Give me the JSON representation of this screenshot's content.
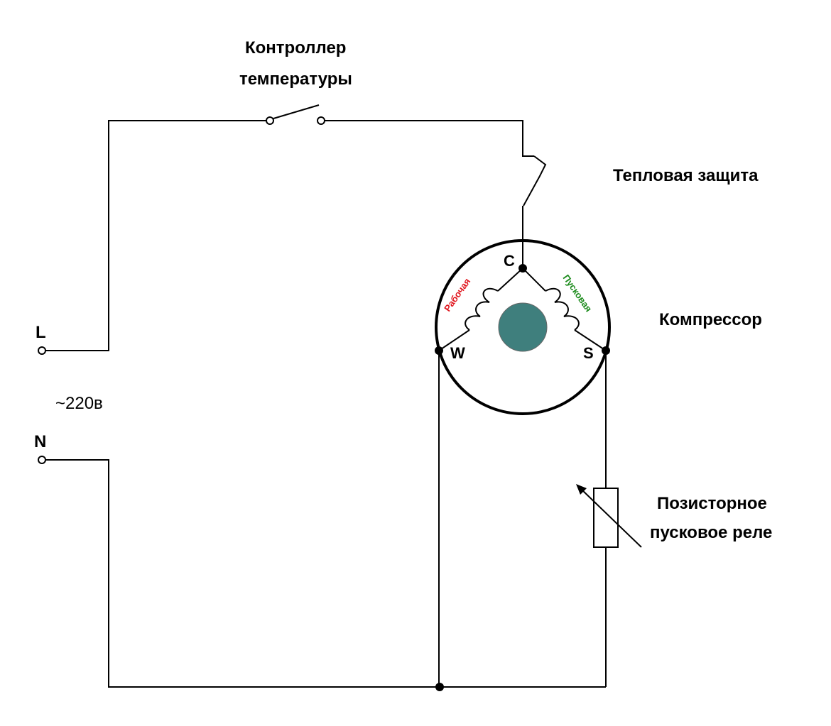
{
  "labels": {
    "temp_controller_line1": "Контроллер",
    "temp_controller_line2": "температуры",
    "thermal_protection": "Тепловая защита",
    "compressor": "Компрессор",
    "ptc_relay_line1": "Позисторное",
    "ptc_relay_line2": "пусковое реле",
    "voltage": "~220в",
    "terminal_L": "L",
    "terminal_N": "N",
    "pin_C": "C",
    "pin_W": "W",
    "pin_S": "S",
    "winding_run": "Рабочая",
    "winding_start": "Пусковая"
  },
  "colors": {
    "wire": "#000000",
    "rotor": "#3f7f7d",
    "winding_run": "#e0161e",
    "winding_start": "#1a8a1a"
  }
}
